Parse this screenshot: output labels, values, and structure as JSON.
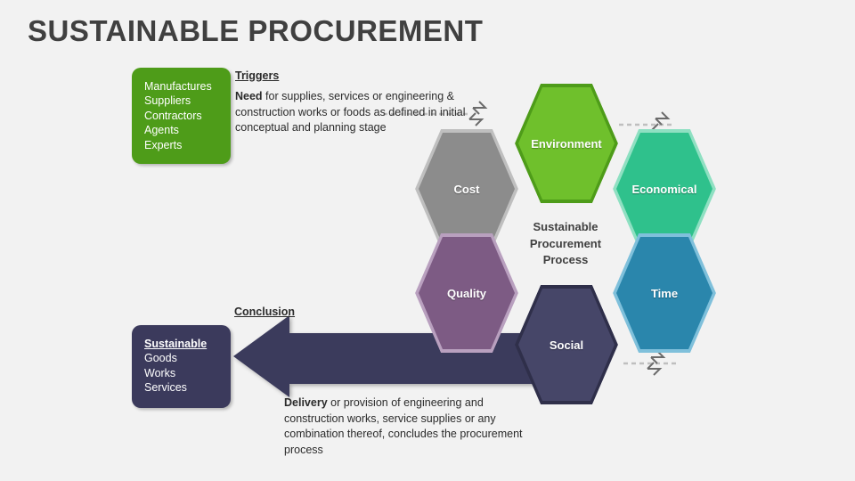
{
  "slide": {
    "title": "SUSTAINABLE PROCUREMENT",
    "background_color": "#f2f2f2",
    "title_color": "#404040"
  },
  "triggers": {
    "label": "Triggers",
    "box_lines": [
      "Manufactures",
      "Suppliers",
      "Contractors",
      "Agents",
      "Experts"
    ],
    "box_color": "#4e9c19",
    "text_bold_lead": "Need",
    "text_rest": " for supplies, services or engineering & construction works or foods as defined in initial conceptual and planning stage"
  },
  "conclusion": {
    "label": "Conclusion",
    "box_lines": [
      "Sustainable",
      "Goods",
      "Works",
      "Services"
    ],
    "box_color": "#3b3a5c",
    "text_bold_lead": "Delivery",
    "text_rest": " or provision of engineering and construction works, service supplies or any combination thereof, concludes the procurement process"
  },
  "center": {
    "caption_line1": "Sustainable",
    "caption_line2": "Procurement",
    "caption_line3": "Process"
  },
  "hexagons": [
    {
      "id": "environment",
      "label": "Environment",
      "fill": "#6fc02c",
      "border": "#4e9c19"
    },
    {
      "id": "economical",
      "label": "Economical",
      "fill": "#2fc18c",
      "border": "#27a87a"
    },
    {
      "id": "time",
      "label": "Time",
      "fill": "#2a86ac",
      "border": "#5aa8c9"
    },
    {
      "id": "social",
      "label": "Social",
      "fill": "#464668",
      "border": "#2f2f4a"
    },
    {
      "id": "quality",
      "label": "Quality",
      "fill": "#7d5b84",
      "border": "#a98fb0"
    },
    {
      "id": "cost",
      "label": "Cost",
      "fill": "#8c8c8c",
      "border": "#bfbfbf"
    }
  ]
}
